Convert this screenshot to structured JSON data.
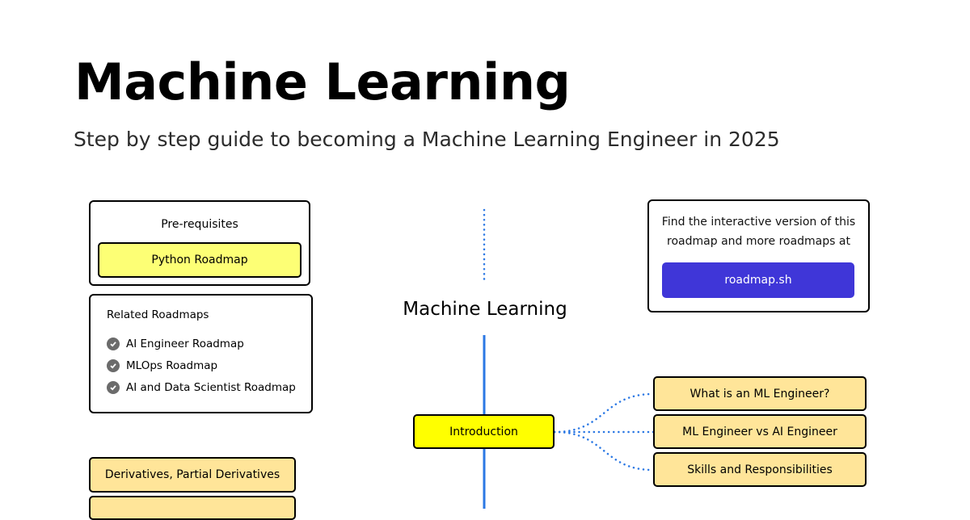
{
  "header": {
    "title": "Machine Learning",
    "subtitle": "Step by step guide to becoming a Machine Learning Engineer in 2025"
  },
  "prerequisites": {
    "label": "Pre-requisites",
    "item": "Python Roadmap"
  },
  "related": {
    "label": "Related Roadmaps",
    "items": [
      "AI Engineer Roadmap",
      "MLOps Roadmap",
      "AI and Data Scientist Roadmap"
    ],
    "icon": "check-circle-icon"
  },
  "info": {
    "line1": "Find the interactive version of this",
    "line2": "roadmap and more roadmaps at",
    "cta": "roadmap.sh"
  },
  "roadmap": {
    "center_title": "Machine Learning",
    "main_topic": "Introduction",
    "subtopics": [
      "What is an ML Engineer?",
      "ML Engineer vs AI Engineer",
      "Skills and Responsibilities"
    ],
    "left_topics": [
      "Derivatives, Partial Derivatives"
    ]
  },
  "colors": {
    "accent": "#3f36d8",
    "topic": "#ffff00",
    "subtopic": "#ffe599",
    "prereq": "#fdff75",
    "spine": "#2b78e4"
  }
}
